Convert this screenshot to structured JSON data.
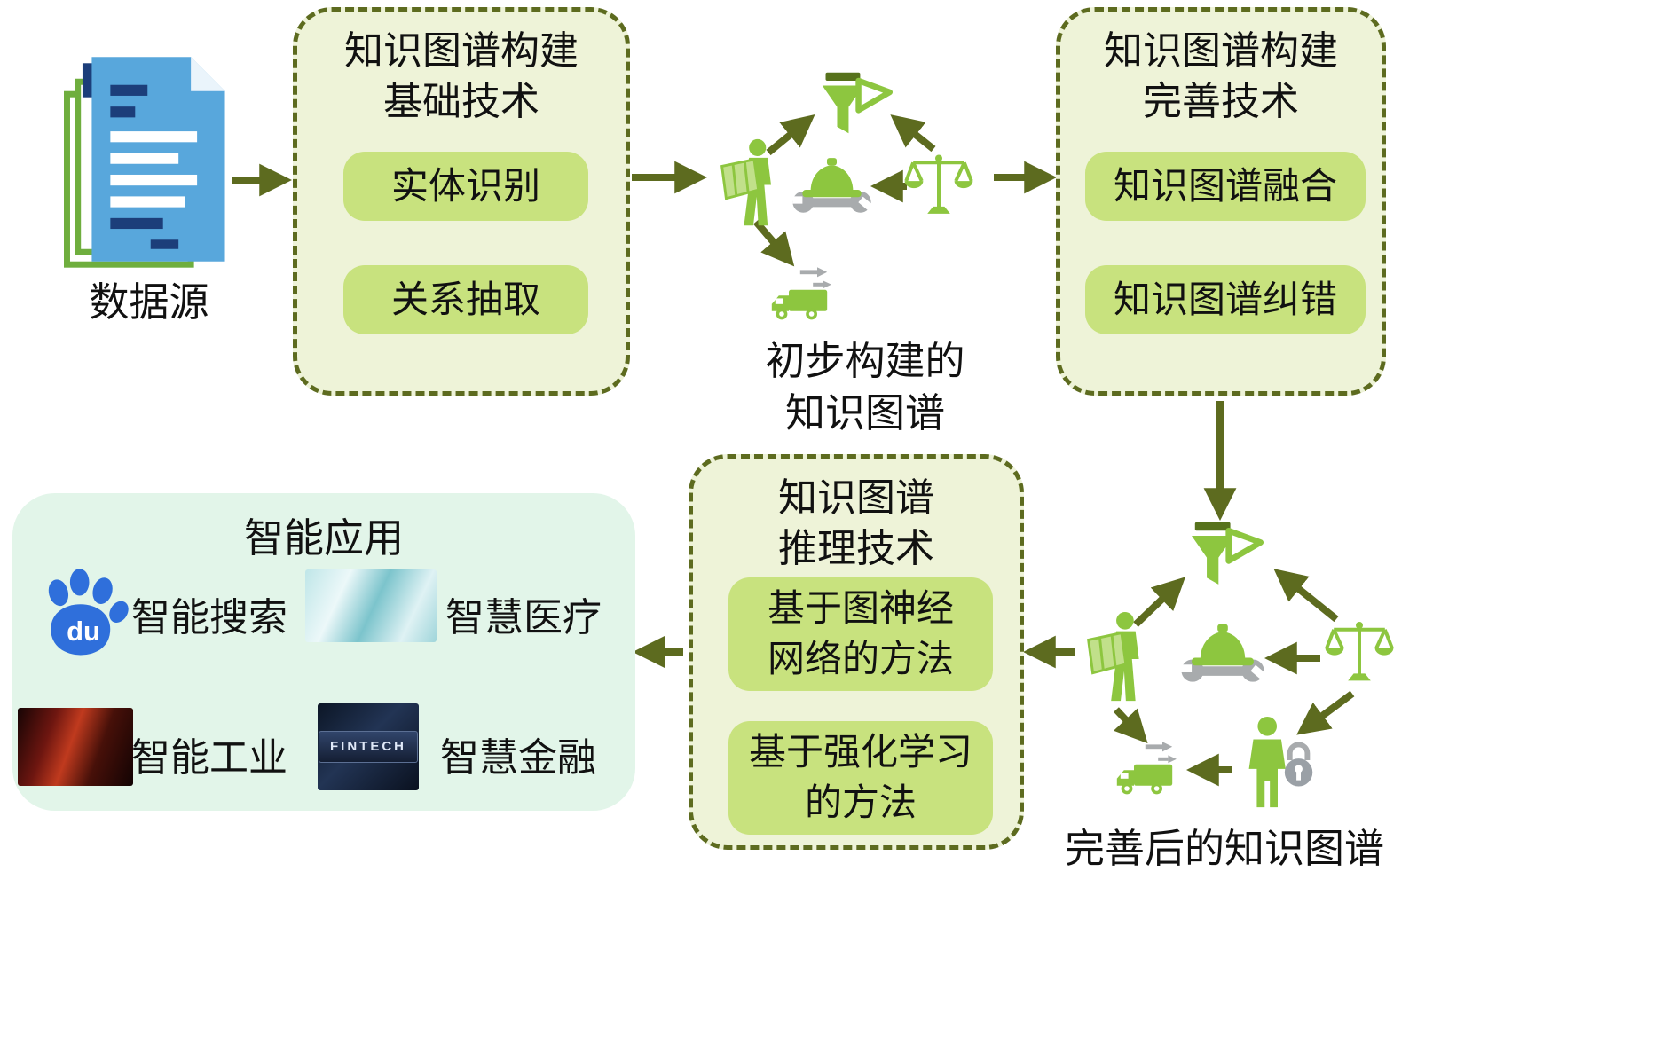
{
  "colors": {
    "olive_arrow": "#5d6b1f",
    "dashed_box_bg": "#eef3d8",
    "pill_bg": "#c8e27e",
    "apps_bg": "#e2f5e9",
    "icon_green": "#8dc63f",
    "doc_blue": "#58a7dc",
    "baidu_blue": "#2f6fdb"
  },
  "data_source": {
    "label": "数据源"
  },
  "box_basic": {
    "title": "知识图谱构建\n基础技术",
    "pill1": "实体识别",
    "pill2": "关系抽取"
  },
  "preliminary_label": "初步构建的\n知识图谱",
  "box_refine": {
    "title": "知识图谱构建\n完善技术",
    "pill1": "知识图谱融合",
    "pill2": "知识图谱纠错"
  },
  "refined_label": "完善后的知识图谱",
  "box_reasoning": {
    "title": "知识图谱\n推理技术",
    "pill1": "基于图神经\n网络的方法",
    "pill2": "基于强化学习\n的方法"
  },
  "applications": {
    "title": "智能应用",
    "item1": "智能搜索",
    "item2": "智慧医疗",
    "item3": "智能工业",
    "item4": "智慧金融",
    "baidu_text": "du",
    "fintech_text": "FINTECH"
  },
  "icons": {
    "document-stack-icon": "stacked-document-pages",
    "blueprint-reader-icon": "person-reading-map",
    "filter-flag-icon": "funnel-with-flag",
    "hardhat-wrench-icon": "hardhat-over-wrench",
    "balance-scale-icon": "balance-scale",
    "delivery-truck-icon": "truck-with-transfer-arrows",
    "security-person-icon": "person-with-padlock",
    "baidu-paw-icon": "baidu-paw-logo"
  }
}
